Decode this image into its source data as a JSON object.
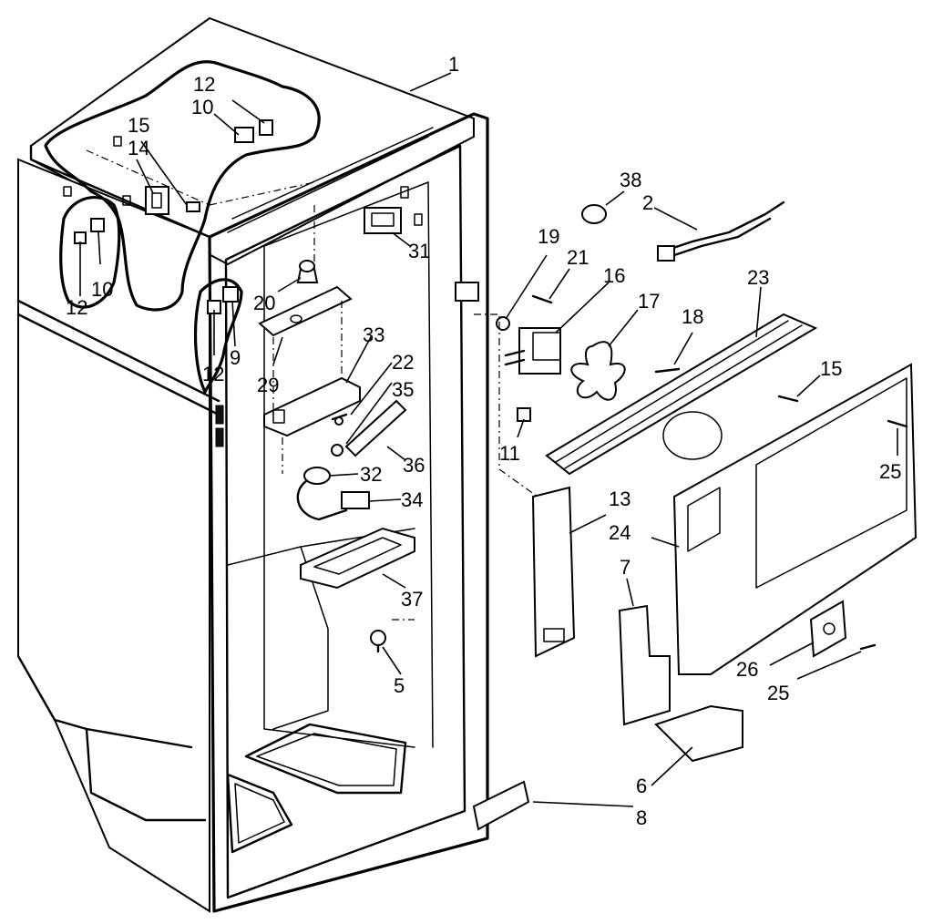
{
  "callouts": [
    {
      "id": "c1",
      "label": "1"
    },
    {
      "id": "c2",
      "label": "2"
    },
    {
      "id": "c38",
      "label": "38"
    },
    {
      "id": "c12a",
      "label": "12"
    },
    {
      "id": "c10a",
      "label": "10"
    },
    {
      "id": "c15a",
      "label": "15"
    },
    {
      "id": "c14",
      "label": "14"
    },
    {
      "id": "c12b",
      "label": "12"
    },
    {
      "id": "c10b",
      "label": "10"
    },
    {
      "id": "c12c",
      "label": "12"
    },
    {
      "id": "c9",
      "label": "9"
    },
    {
      "id": "c20",
      "label": "20"
    },
    {
      "id": "c29",
      "label": "29"
    },
    {
      "id": "c31",
      "label": "31"
    },
    {
      "id": "c33",
      "label": "33"
    },
    {
      "id": "c22",
      "label": "22"
    },
    {
      "id": "c35",
      "label": "35"
    },
    {
      "id": "c36",
      "label": "36"
    },
    {
      "id": "c32",
      "label": "32"
    },
    {
      "id": "c34",
      "label": "34"
    },
    {
      "id": "c37",
      "label": "37"
    },
    {
      "id": "c5",
      "label": "5"
    },
    {
      "id": "c19",
      "label": "19"
    },
    {
      "id": "c21",
      "label": "21"
    },
    {
      "id": "c16",
      "label": "16"
    },
    {
      "id": "c17",
      "label": "17"
    },
    {
      "id": "c18",
      "label": "18"
    },
    {
      "id": "c23",
      "label": "23"
    },
    {
      "id": "c15b",
      "label": "15"
    },
    {
      "id": "c11",
      "label": "11"
    },
    {
      "id": "c25a",
      "label": "25"
    },
    {
      "id": "c13",
      "label": "13"
    },
    {
      "id": "c24",
      "label": "24"
    },
    {
      "id": "c7",
      "label": "7"
    },
    {
      "id": "c26",
      "label": "26"
    },
    {
      "id": "c25b",
      "label": "25"
    },
    {
      "id": "c6",
      "label": "6"
    },
    {
      "id": "c8",
      "label": "8"
    }
  ]
}
